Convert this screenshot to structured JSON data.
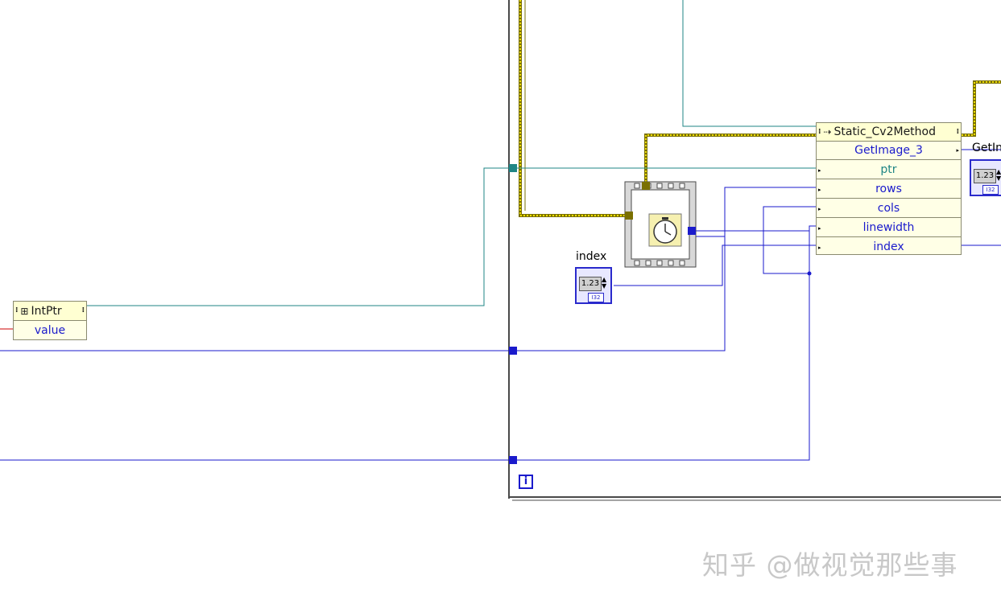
{
  "intptr_node": {
    "title": "IntPtr",
    "rows": [
      "value"
    ]
  },
  "method_node": {
    "title": "Static_Cv2Method",
    "method": "GetImage_3",
    "params": [
      "ptr",
      "rows",
      "cols",
      "linewidth",
      "index"
    ]
  },
  "index_control": {
    "label": "index",
    "display": "1.23",
    "type": "I32"
  },
  "right_control": {
    "label": "GetIn",
    "display": "1.23",
    "type": "I32"
  },
  "loop": {
    "iteration_terminal": "i"
  },
  "watermark": "知乎 @做视觉那些事",
  "colors": {
    "wire_blue": "#1a1acc",
    "wire_teal": "#1f8585",
    "wire_yellow": "#c8b400",
    "loop_border": "#4a4a4a"
  }
}
